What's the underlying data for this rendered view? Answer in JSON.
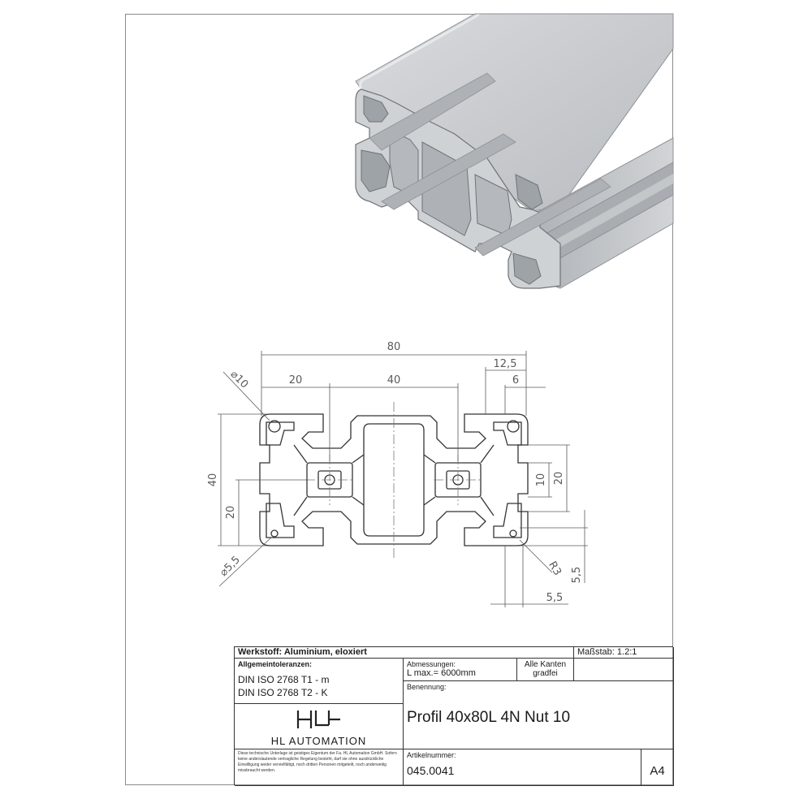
{
  "drawing": {
    "dims": {
      "total_width": "80",
      "left_width": "20",
      "center_width": "40",
      "right_offset": "12,5",
      "slot_offset": "6",
      "corner_diameter": "⌀10",
      "height": "40",
      "half_height": "20",
      "bore_diameter": "⌀5,5",
      "slot_width": "10",
      "slot_span": "20",
      "radius": "R3",
      "lip_vertical": "5,5",
      "lip_horizontal": "5,5"
    }
  },
  "title_block": {
    "material": "Werkstoff: Aluminium, eloxiert",
    "scale": "Maßstab: 1.2:1",
    "tolerances_label": "Allgemeintoleranzen:",
    "tolerance_1": "DIN ISO 2768 T1 - m",
    "tolerance_2": "DIN ISO 2768 T2 - K",
    "dimensions_label": "Abmessungen:",
    "dimensions_value": "L max.= 6000mm",
    "edges": "Alle Kanten gradfei",
    "name_label": "Benennung:",
    "name_value": "Profil 40x80L 4N Nut 10",
    "company": "HL AUTOMATION",
    "article_label": "Artikelnummer:",
    "article_value": "045.0041",
    "format": "A4",
    "legal_text": "Diese technische Unterlage ist geistiges Eigentum der Fa. HL Automation GmbH. Sofern keine anderslautende vertragliche Regelung besteht, darf sie ohne ausdrückliche Einwilligung weder vervielfältigt, noch dritten Personen mitgeteilt, noch anderweitig missbraucht werden."
  },
  "colors": {
    "profile_face": "#c9ccd0",
    "profile_shadow": "#9ea3a8",
    "line": "#333333"
  }
}
